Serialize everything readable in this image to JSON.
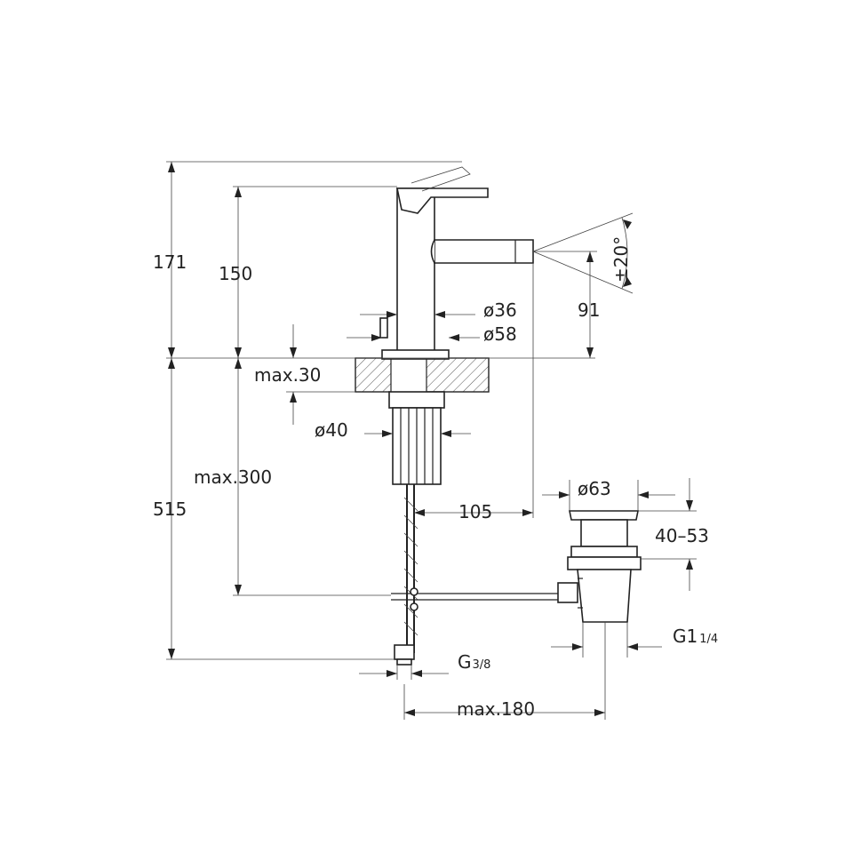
{
  "labels": {
    "h171": "171",
    "h150": "150",
    "angle": "±20°",
    "h91": "91",
    "d36": "ø36",
    "d58": "ø58",
    "max30": "max.30",
    "d40": "ø40",
    "max300": "max.300",
    "h515": "515",
    "d105": "105",
    "d63": "ø63",
    "r4053": "40–53",
    "g114_main": "G1",
    "g114_frac": "1/4",
    "g38_main": "G",
    "g38_frac": "3/8",
    "max180": "max.180"
  }
}
